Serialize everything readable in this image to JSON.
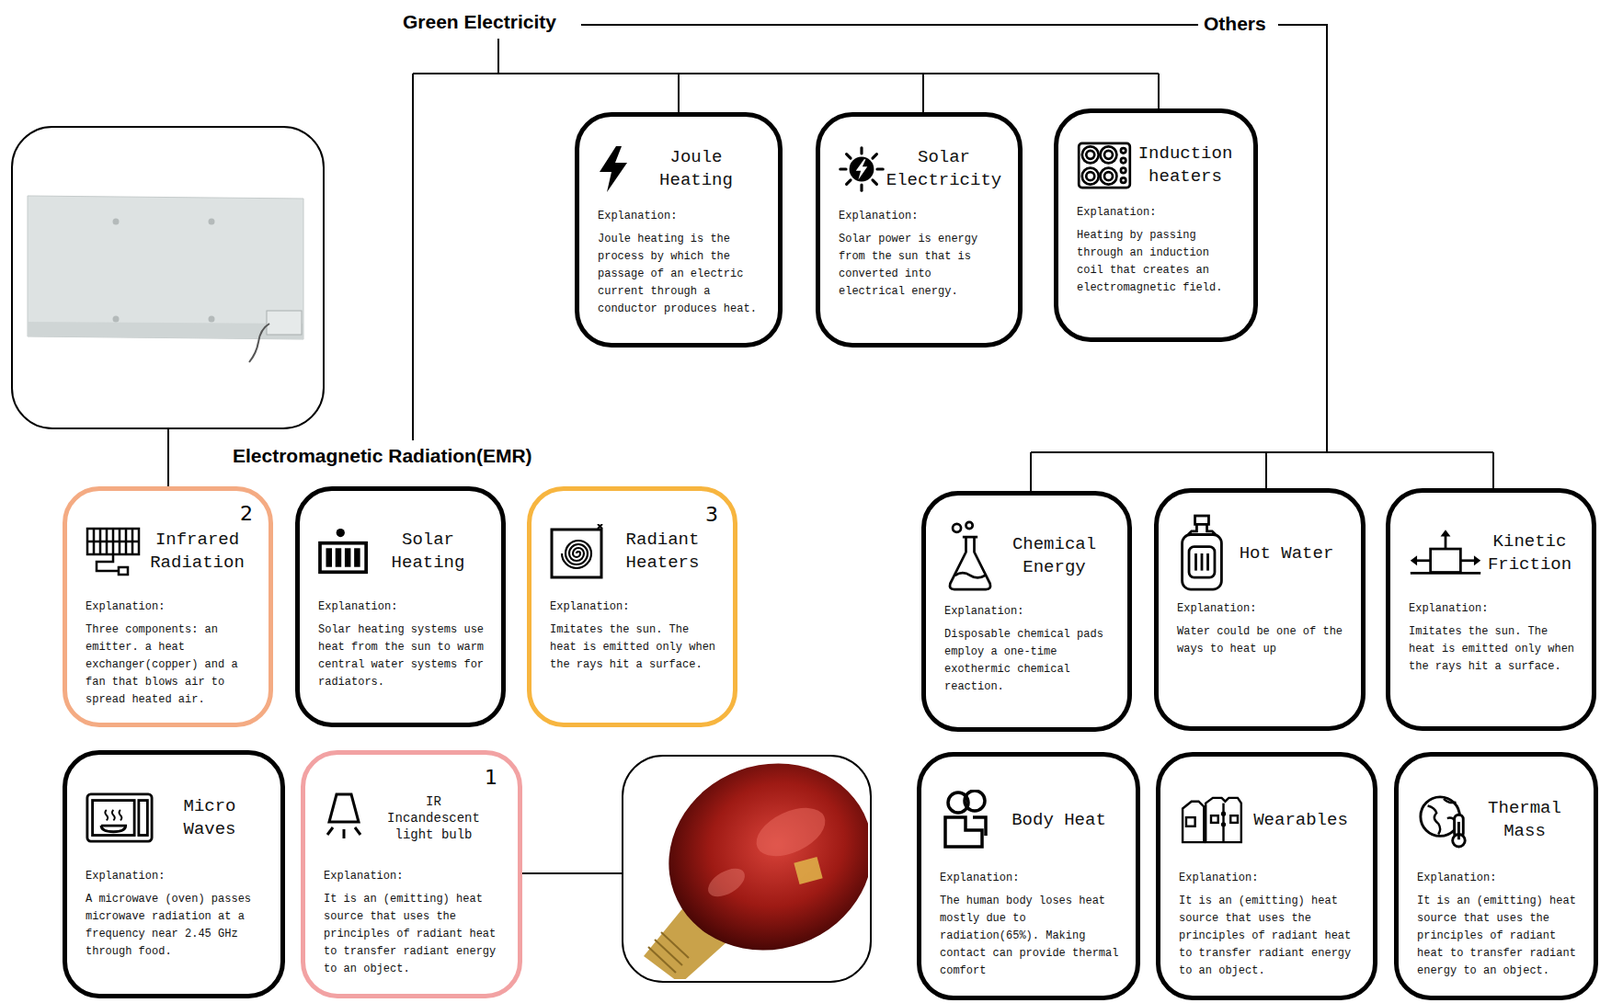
{
  "diagram": {
    "nodes": [
      {
        "text": [
          "Joule Heating",
          "Explanation:",
          "Joule heating is the process by which the passage of an electric current through a conductor produces heat."
        ]
      },
      {
        "text": [
          "Solar Electricity",
          "Explanation:",
          "Solar power is energy from the sun that is converted into electrical energy."
        ]
      },
      {
        "text": [
          "Induction heaters",
          "Explanation:",
          "Heating by passing through an induction coil that creates an electromagnetic field."
        ]
      },
      {
        "text": [
          "Infrared Radiation",
          "Explanation:",
          "Three components: an emitter. a heat exchanger(copper) and a fan that blows air to spread heated air."
        ]
      },
      {
        "text": [
          "Solar Heating",
          "Explanation:",
          "Solar heating systems use heat from the sun to warm central water systems for radiators."
        ]
      },
      {
        "text": [
          "Radiant Heaters",
          "Explanation:",
          "Imitates the sun. The heat is emitted only when the rays hit a surface."
        ]
      },
      {
        "text": [
          "Chemical Energy",
          "Explanation:",
          "Disposable chemical pads employ a one-time exothermic chemical reaction."
        ]
      },
      {
        "text": [
          "Hot Water",
          "Explanation:",
          "Water could be one of the ways to heat up"
        ]
      },
      {
        "text": [
          "Kinetic Friction",
          "Explanation:",
          "Imitates the sun. The heat is emitted only when the rays hit a surface."
        ]
      },
      {
        "text": [
          "Micro Waves",
          "Explanation:",
          "A microwave (oven) passes microwave radiation at a frequency near 2.45 GHz through food."
        ]
      },
      {
        "text": [
          "IR Incandescent light bulb",
          "Explanation:",
          "It is an (emitting) heat source that uses the principles of radiant heat to transfer radiant energy to an object."
        ]
      },
      {
        "text": [
          "Body Heat",
          "Explanation:",
          "The human body loses heat mostly due to radiation(65%). Making contact can provide thermal comfort"
        ]
      },
      {
        "text": [
          "Wearables",
          "Explanation:",
          "It is an (emitting) heat source that uses the principles of radiant heat to transfer radiant energy to an object."
        ]
      },
      {
        "text": [
          "Thermal Mass",
          "Explanation:",
          "It is an (emitting) heat source that uses the principles of radiant heat to transfer radiant energy to an object."
        ]
      }
    ],
    "labels": [
      "Green Electricity",
      "Others",
      "Electromagnetic Radiation(EMR)",
      "2",
      "3",
      "1"
    ]
  }
}
